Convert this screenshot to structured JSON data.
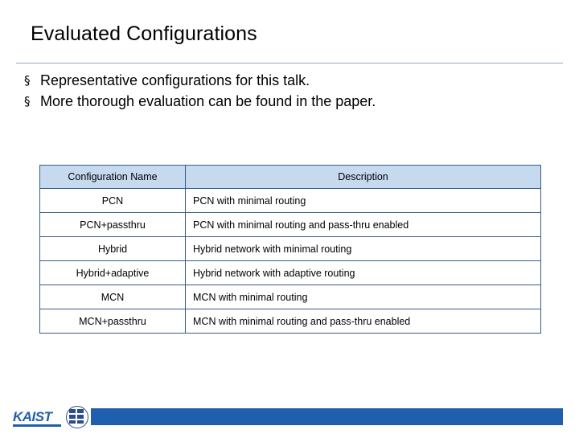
{
  "slide": {
    "title": "Evaluated Configurations",
    "bullets": [
      {
        "marker": "§",
        "text": "Representative configurations for this talk."
      },
      {
        "marker": "§",
        "text": "More thorough evaluation can be found in the paper."
      }
    ],
    "table": {
      "headers": [
        "Configuration Name",
        "Description"
      ],
      "rows": [
        {
          "name": "PCN",
          "description": "PCN with minimal routing"
        },
        {
          "name": "PCN+passthru",
          "description": "PCN with minimal routing and pass-thru enabled"
        },
        {
          "name": "Hybrid",
          "description": "Hybrid network with minimal routing"
        },
        {
          "name": "Hybrid+adaptive",
          "description": "Hybrid network with adaptive routing"
        },
        {
          "name": "MCN",
          "description": "MCN with minimal routing"
        },
        {
          "name": "MCN+passthru",
          "description": "MCN with minimal routing and pass-thru enabled"
        }
      ]
    },
    "footer": {
      "logo_text": "KAIST",
      "bar_color": "#1f5fae",
      "header_fill": "#c5d9ef",
      "border_color": "#3a5a8c"
    }
  }
}
